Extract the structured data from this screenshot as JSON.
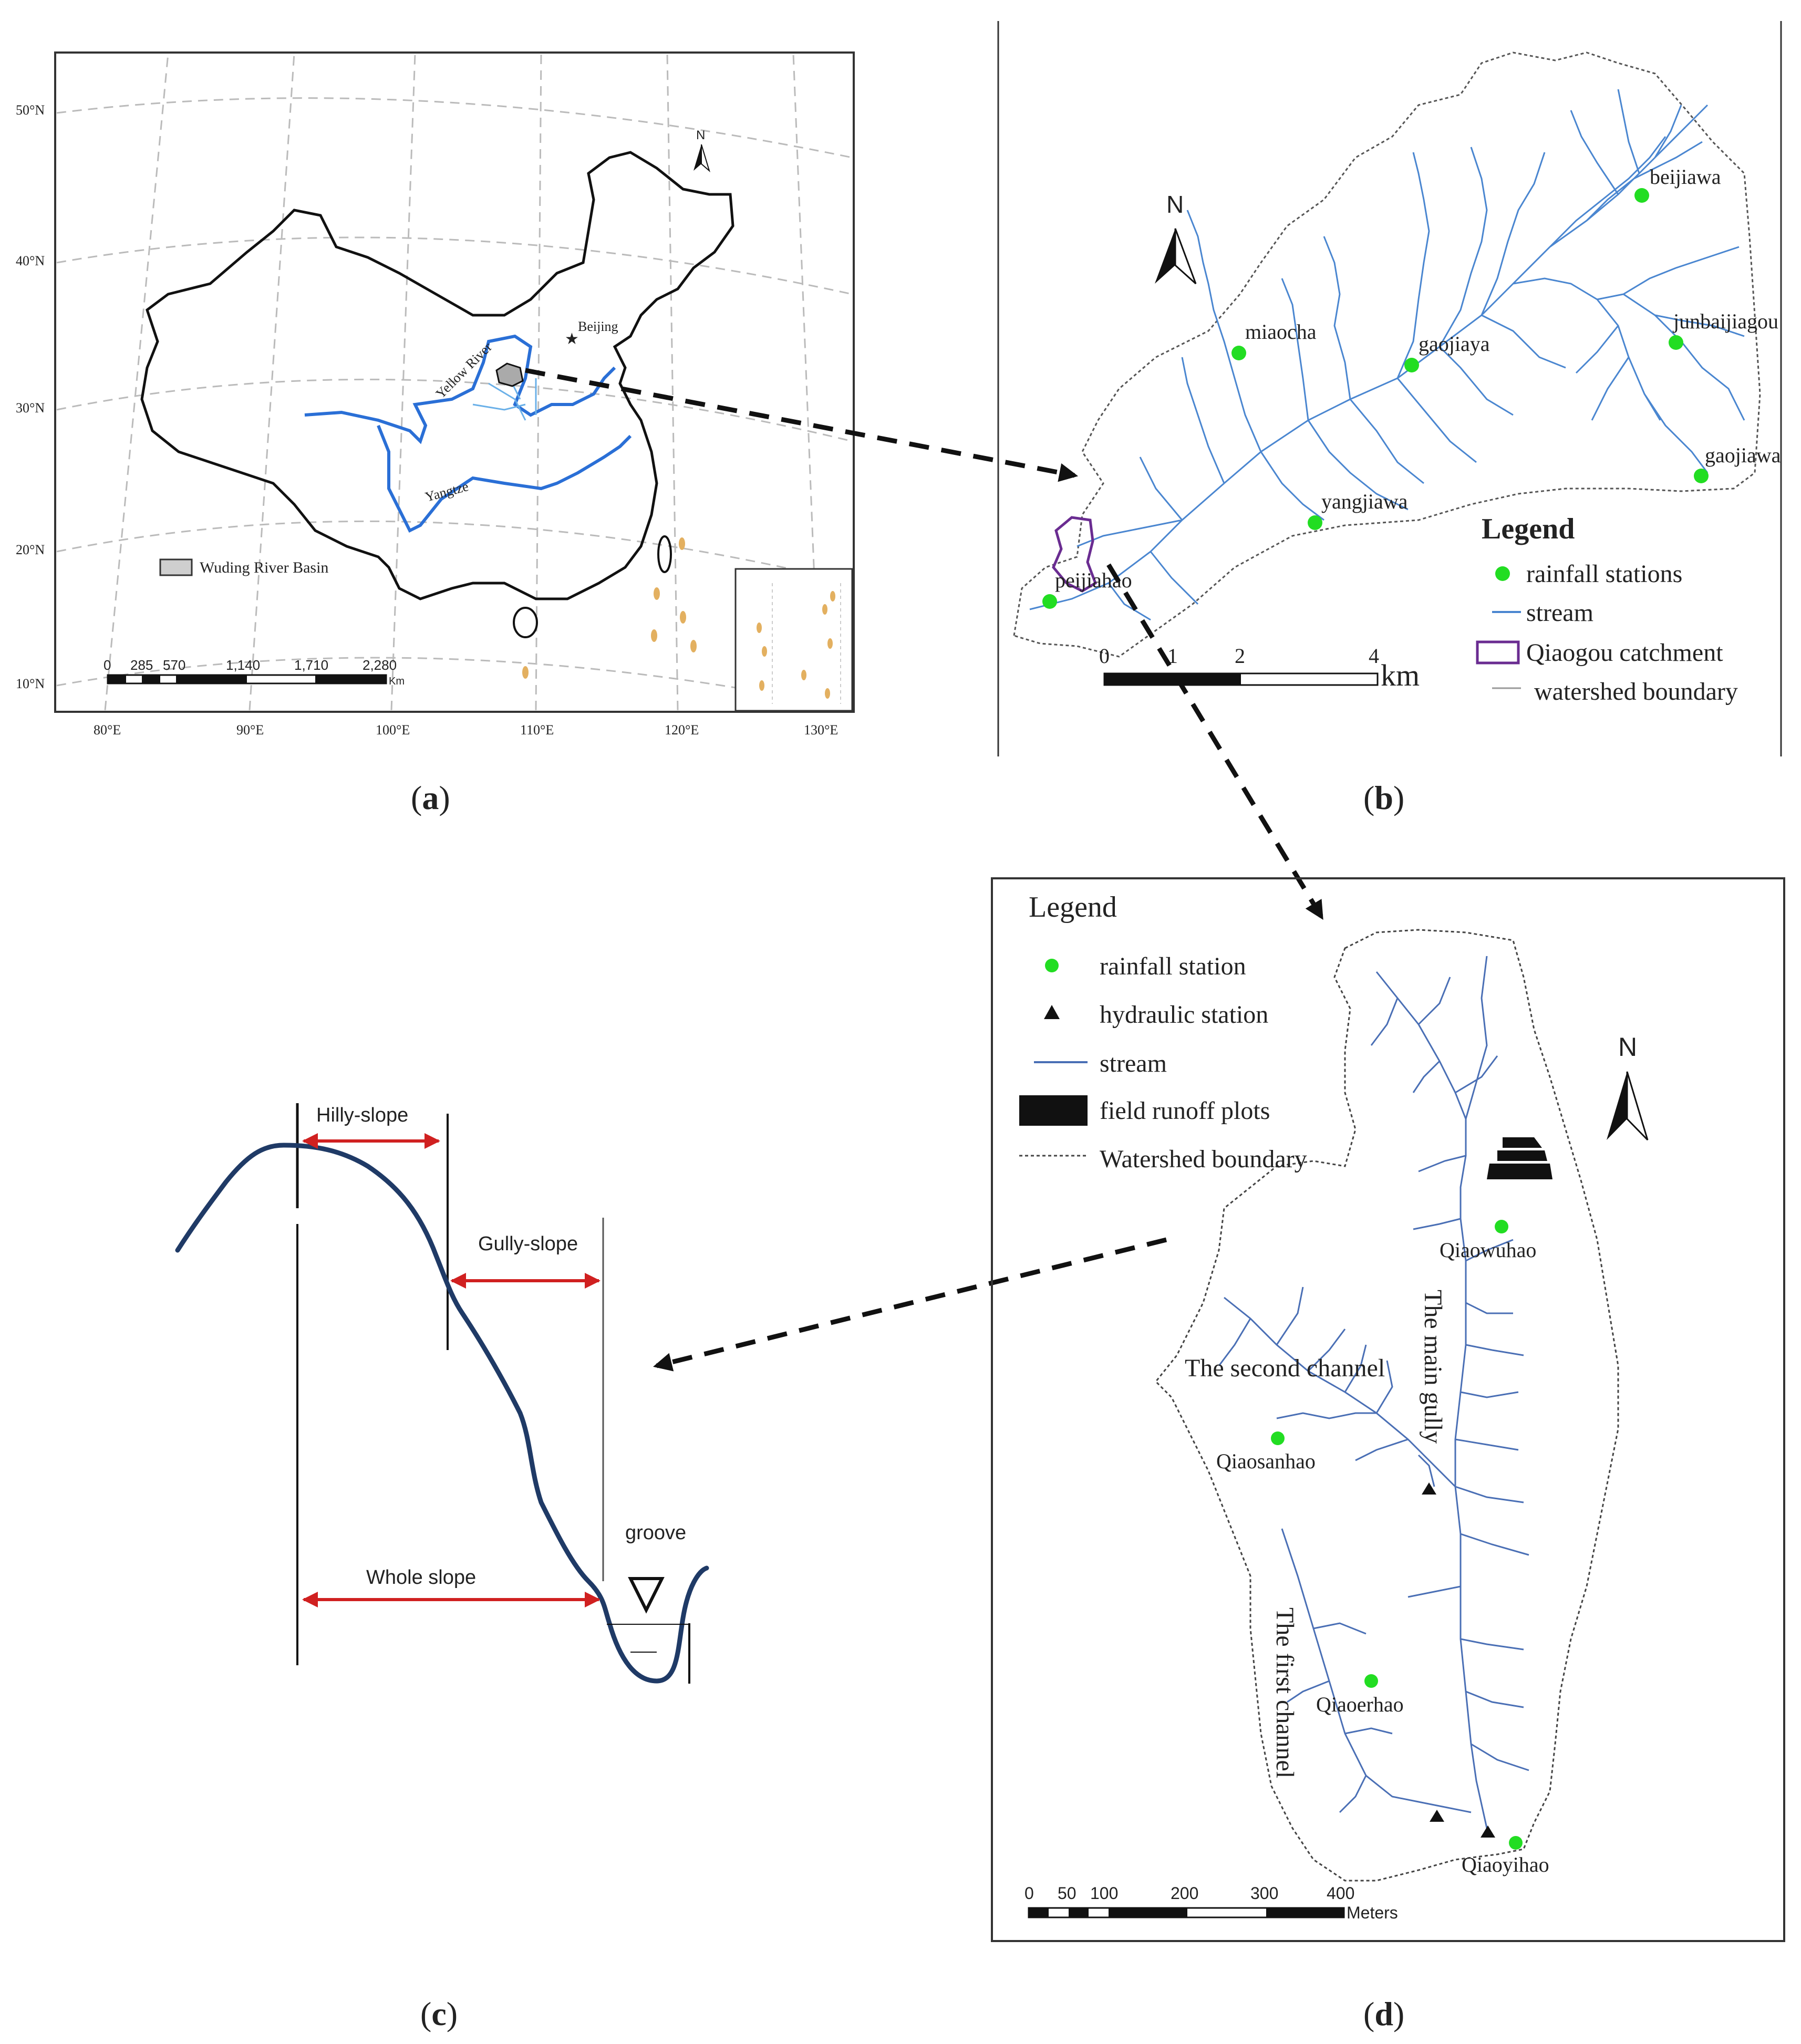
{
  "captions": {
    "a": "a",
    "b": "b",
    "c": "c",
    "d": "d"
  },
  "panel_a": {
    "lat_labels": [
      "50°N",
      "40°N",
      "30°N",
      "20°N",
      "10°N"
    ],
    "lon_labels": [
      "80°E",
      "90°E",
      "100°E",
      "110°E",
      "120°E",
      "130°E"
    ],
    "north": "N",
    "beijing": "Beijing",
    "yellow_river": "Yellow River",
    "yangtze": "Yangtze",
    "legend_basin": "Wuding River Basin",
    "scale_ticks": [
      "0",
      "285",
      "570",
      "1,140",
      "1,710",
      "2,280"
    ],
    "scale_unit": "Km"
  },
  "panel_b": {
    "north": "N",
    "stations": [
      "beijiawa",
      "miaocha",
      "gaojiaya",
      "junbaijiagou",
      "gaojiawa",
      "yangjiawa",
      "peijiahao"
    ],
    "legend_title": "Legend",
    "legend_items": [
      "rainfall stations",
      "stream",
      "Qiaogou catchment",
      "watershed boundary"
    ],
    "scale_ticks": [
      "0",
      "1",
      "2",
      "4"
    ],
    "scale_unit": "km",
    "colors": {
      "station": "#22dd22",
      "stream": "#4a86d0",
      "catchment": "#6a2c91"
    }
  },
  "panel_c": {
    "hilly": "Hilly-slope",
    "gully": "Gully-slope",
    "whole": "Whole  slope",
    "groove": "groove",
    "colors": {
      "profile": "#1f3a66",
      "arrow": "#d02020"
    }
  },
  "panel_d": {
    "legend_title": "Legend",
    "legend_items": [
      "rainfall station",
      "hydraulic station",
      "stream",
      "field runoff plots",
      "Watershed boundary"
    ],
    "north": "N",
    "stations": [
      "Qiaowuhao",
      "Qiaosanhao",
      "Qiaoerhao",
      "Qiaoyihao"
    ],
    "channels": [
      "The second channel",
      "The main gully",
      "The first channel"
    ],
    "scale_ticks": [
      "0",
      "50",
      "100",
      "200",
      "300",
      "400"
    ],
    "scale_unit": "Meters"
  }
}
